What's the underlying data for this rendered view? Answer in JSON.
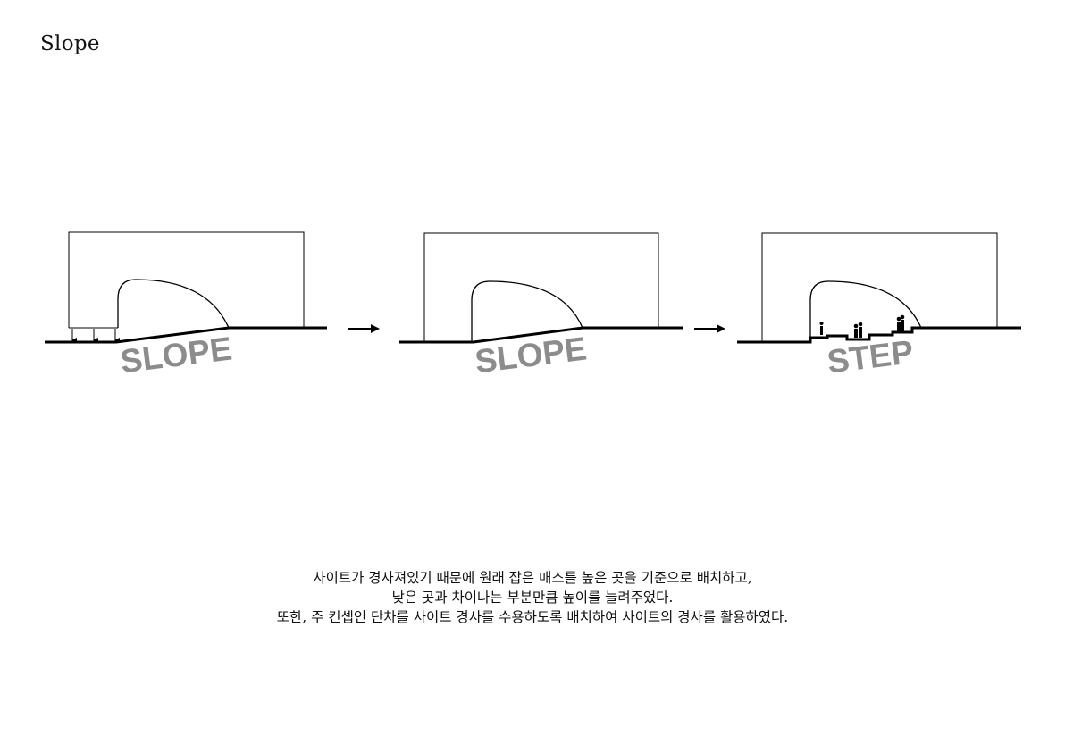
{
  "page": {
    "title": "Slope"
  },
  "diagram": {
    "panel1_label": "SLOPE",
    "panel2_label": "SLOPE",
    "panel3_label": "STEP"
  },
  "caption": {
    "line1": "사이트가 경사져있기 때문에 원래 잡은 매스를 높은 곳을 기준으로 배치하고,",
    "line2": "낮은 곳과 차이나는 부분만큼 높이를 늘려주었다.",
    "line3": "또한, 주 컨셉인 단차를 사이트 경사를 수용하도록 배치하여 사이트의 경사를 활용하였다."
  }
}
